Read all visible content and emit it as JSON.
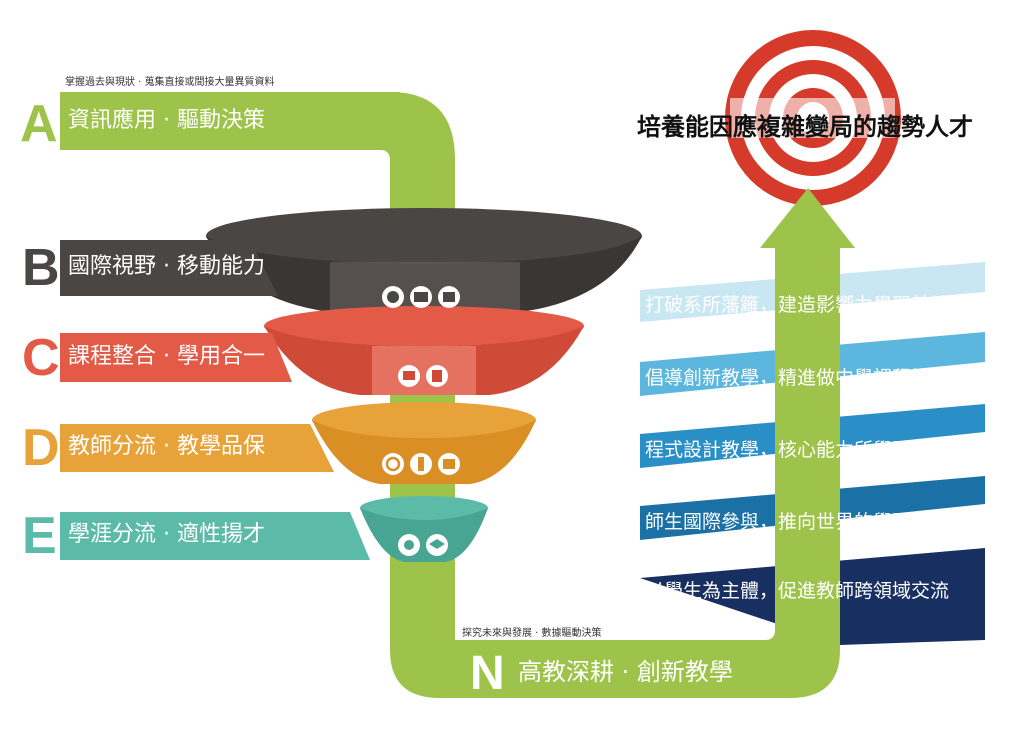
{
  "top_note": "掌握過去與現狀 · 蒐集直接或間接大量異質資料",
  "bottom_note": "探究未來與發展 · 數據驅動決策",
  "goal": "培養能因應複雜變局的趨勢人才",
  "stages": [
    {
      "letter": "A",
      "label": "資訊應用 · 驅動決策",
      "color": "#9dc34a"
    },
    {
      "letter": "B",
      "label": "國際視野 · 移動能力",
      "color": "#4a4644"
    },
    {
      "letter": "C",
      "label": "課程整合 · 學用合一",
      "color": "#e35a47"
    },
    {
      "letter": "D",
      "label": "教師分流 · 教學品保",
      "color": "#e8a23a"
    },
    {
      "letter": "E",
      "label": "學涯分流 · 適性揚才",
      "color": "#5bbaa8"
    },
    {
      "letter": "N",
      "label": "高教深耕 · 創新教學",
      "color": "#9dc34a"
    }
  ],
  "outcomes": [
    {
      "text": "打破系所藩籬，建造影響力學習基地",
      "color": "#8ecde6"
    },
    {
      "text": "倡導創新教學，精進做中學課程設計",
      "color": "#3aa0d2"
    },
    {
      "text": "程式設計教學，核心能力所學即所用",
      "color": "#1f86bc"
    },
    {
      "text": "師生國際參與，推向世界的學習舞台",
      "color": "#16669a"
    },
    {
      "text": "以學生為主體，促進教師跨領域交流",
      "color": "#15295a"
    }
  ],
  "icons": {
    "B": [
      "globe-icon",
      "museum-icon",
      "passport-icon"
    ],
    "C": [
      "presentation-icon",
      "document-icon"
    ],
    "D": [
      "cycle-icon",
      "teacher-icon",
      "certificate-icon"
    ],
    "E": [
      "career-path-icon",
      "graduation-cap-icon"
    ]
  }
}
